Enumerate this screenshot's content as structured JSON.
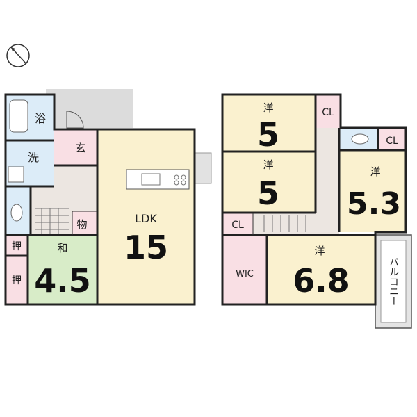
{
  "colors": {
    "western": "#faf1cf",
    "ldk": "#faf1cf",
    "tatami": "#d8ecc8",
    "wet": "#dcecf8",
    "storage": "#f9dfe4",
    "hall": "#ece6e1",
    "outdoor": "#dcdcdc",
    "wall": "#222222"
  },
  "floor1": {
    "bath": "浴",
    "washroom": "洗",
    "entrance": "玄",
    "storeroom": "物",
    "ldk_label": "LDK",
    "ldk_size": "15",
    "washitsu_label": "和",
    "washitsu_size": "4.5",
    "oshiire_1": "押",
    "oshiire_2": "押"
  },
  "floor2": {
    "room1_label": "洋",
    "room1_size": "5",
    "room1_closet": "CL",
    "room2_label": "洋",
    "room2_size": "5",
    "room2_closet": "CL",
    "room3_label": "洋",
    "room3_size": "5.3",
    "room3_closet": "CL",
    "room4_label": "洋",
    "room4_size": "6.8",
    "wic": "WIC",
    "balcony": "バルコニー"
  }
}
